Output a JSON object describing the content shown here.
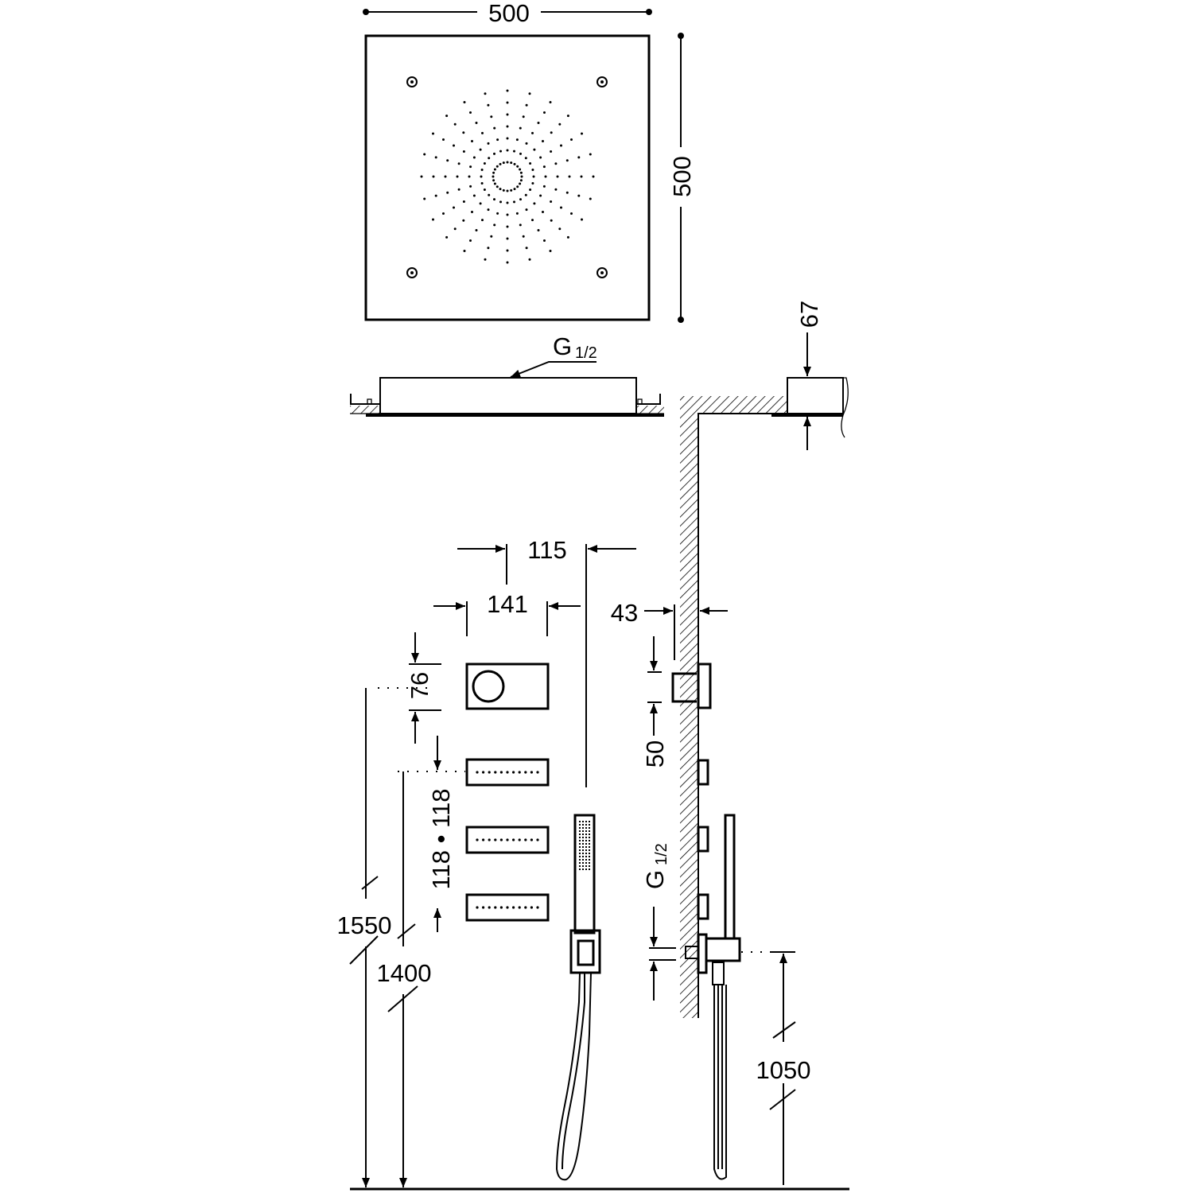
{
  "drawing": {
    "line_color": "#000000",
    "background": "#ffffff",
    "top_view": {
      "width_label": "500",
      "height_label": "500"
    },
    "side_view": {
      "connection_label": "G",
      "connection_fraction": "1/2"
    },
    "ceiling_section": {
      "thickness_label": "67"
    },
    "front_view": {
      "offset_label": "115",
      "control_width_label": "141",
      "control_height_label": "76",
      "jet_spacing_label": "118 • 118",
      "control_height_from_floor": "1550",
      "jet_height_from_floor": "1400"
    },
    "wall_section": {
      "projection_label": "43",
      "valve_label": "50",
      "connection_label": "G",
      "connection_fraction": "1/2",
      "holder_height_from_floor": "1050"
    }
  }
}
